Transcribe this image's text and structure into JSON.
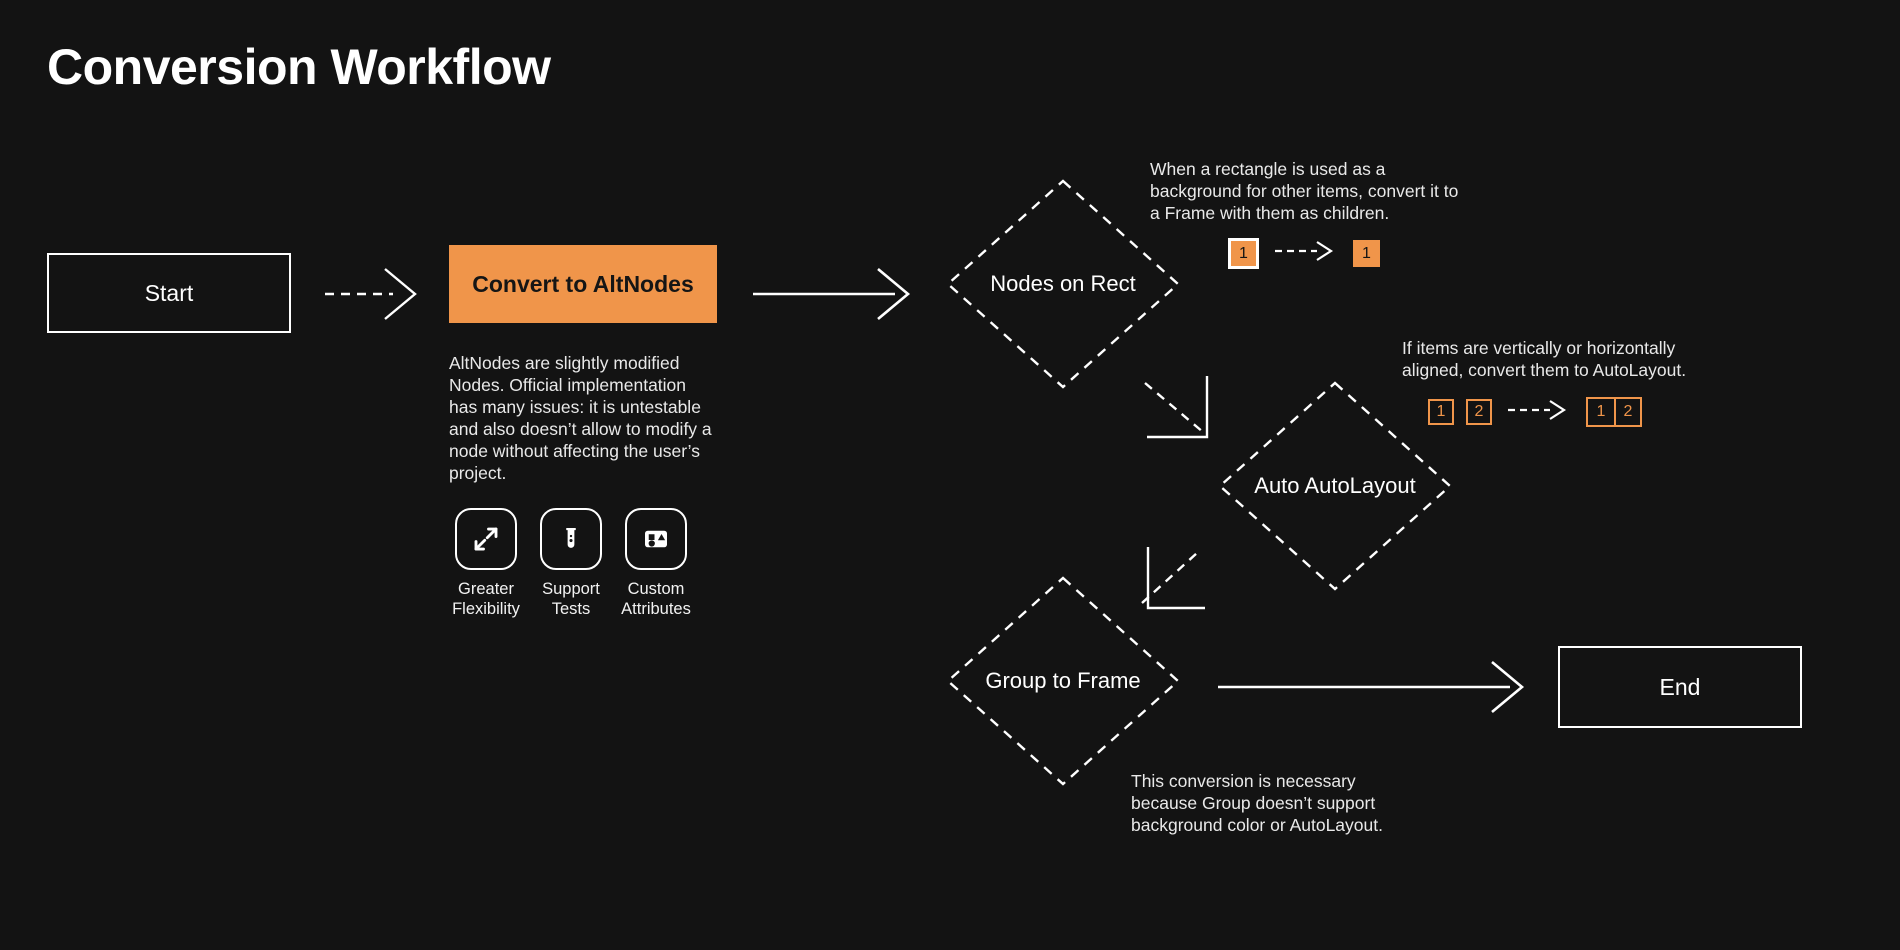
{
  "page": {
    "title": "Conversion Workflow",
    "background_color": "#131313",
    "accent_color": "#F0954A",
    "line_color": "#FFFFFF"
  },
  "nodes": {
    "start": {
      "label": "Start",
      "shape": "rectangle"
    },
    "convert": {
      "label": "Convert to AltNodes",
      "shape": "rectangle",
      "fill": "#F0954A"
    },
    "nodes_on_rect": {
      "label": "Nodes on Rect",
      "shape": "diamond"
    },
    "auto_autolayout": {
      "label": "Auto AutoLayout",
      "shape": "diamond"
    },
    "group_to_frame": {
      "label": "Group to Frame",
      "shape": "diamond"
    },
    "end": {
      "label": "End",
      "shape": "rectangle"
    }
  },
  "convert_note": "AltNodes are slightly modified Nodes. Official implementation has many issues: it is untestable and also doesn’t allow to modify a node without affecting the user’s project.",
  "features": [
    {
      "icon": "expand-arrows-icon",
      "label": "Greater\nFlexibility",
      "line1": "Greater",
      "line2": "Flexibility"
    },
    {
      "icon": "test-tube-icon",
      "label": "Support\nTests",
      "line1": "Support",
      "line2": "Tests"
    },
    {
      "icon": "shapes-attributes-icon",
      "label": "Custom\nAttributes",
      "line1": "Custom",
      "line2": "Attributes"
    }
  ],
  "annotations": {
    "nodes_on_rect": "When a rectangle is used as a background for other items, convert it to a Frame with them as children.",
    "auto_autolayout": "If items are vertically or horizontally aligned, convert them to AutoLayout.",
    "group_to_frame": "This conversion is necessary because Group doesn’t support background color or AutoLayout."
  },
  "badges": {
    "rect_before": [
      "1"
    ],
    "rect_after": [
      "1"
    ],
    "align_before": [
      "1",
      "2"
    ],
    "align_after": [
      "1",
      "2"
    ]
  },
  "edges": [
    {
      "from": "start",
      "to": "convert",
      "style": "dashed",
      "arrow": "chevron"
    },
    {
      "from": "convert",
      "to": "nodes_on_rect",
      "style": "solid",
      "arrow": "chevron"
    },
    {
      "from": "nodes_on_rect",
      "to": "auto_autolayout",
      "style": "dashed",
      "arrow": "corner-down-right"
    },
    {
      "from": "auto_autolayout",
      "to": "group_to_frame",
      "style": "dashed",
      "arrow": "corner-down-left"
    },
    {
      "from": "group_to_frame",
      "to": "end",
      "style": "solid",
      "arrow": "chevron"
    }
  ]
}
